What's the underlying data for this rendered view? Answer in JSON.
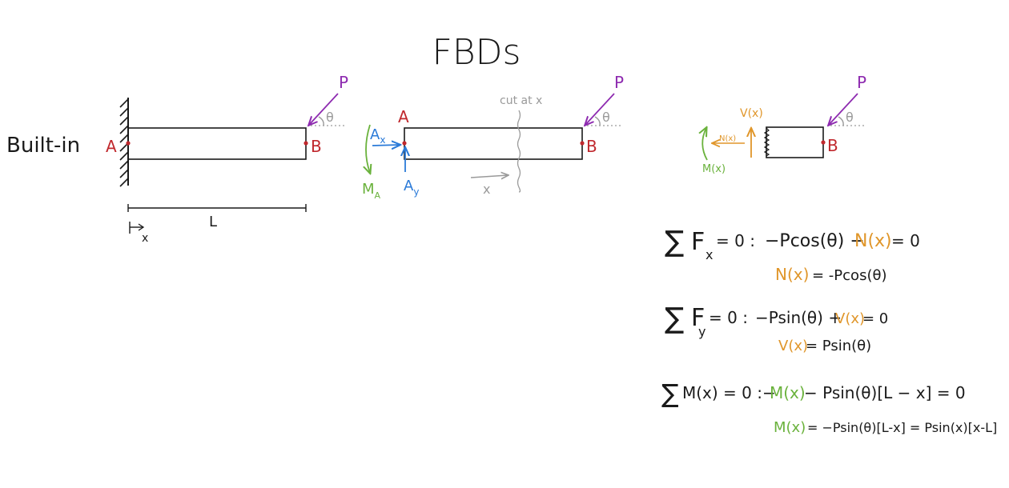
{
  "title": "FBDs",
  "colors": {
    "ink": "#1a1a1a",
    "red": "#c0282d",
    "purple": "#8e2bb0",
    "blue": "#2a7ad8",
    "green": "#6ab23c",
    "orange": "#e0962a",
    "gray": "#9a9a9a"
  },
  "diagram1": {
    "support_label": "Built-in",
    "point_a": "A",
    "point_b": "B",
    "force": "P",
    "angle": "θ",
    "length": "L",
    "x_axis": "x"
  },
  "diagram2": {
    "point_a": "A",
    "point_b": "B",
    "force": "P",
    "angle": "θ",
    "cut_label": "cut at x",
    "reaction_ax": "A",
    "reaction_ax_sub": "x",
    "reaction_ay": "A",
    "reaction_ay_sub": "y",
    "moment_ma": "M",
    "moment_ma_sub": "A",
    "x_arrow": "x"
  },
  "diagram3": {
    "point_b": "B",
    "force": "P",
    "angle": "θ",
    "shear": "V(x)",
    "normal": "N(x)",
    "moment": "M(x)"
  },
  "equations": {
    "fx": {
      "sum": "∑",
      "var": "F",
      "sub": "x",
      "lhs_tail": "= 0 :",
      "part1": "−Pcos(θ) −",
      "part2": "N(x)",
      "part3": "= 0",
      "result_lhs": "N(x)",
      "result_rhs": "= -Pcos(θ)"
    },
    "fy": {
      "sum": "∑",
      "var": "F",
      "sub": "y",
      "lhs_tail": "= 0 :",
      "part1": "−Psin(θ) +",
      "part2": "V(x)",
      "part3": "= 0",
      "result_lhs": "V(x)",
      "result_rhs": "= Psin(θ)"
    },
    "m": {
      "sum": "∑",
      "lhs": "M(x) = 0 :",
      "part1": "−",
      "part2": "M(x)",
      "part3": "− Psin(θ)[L − x] = 0",
      "result_lhs": "M(x)",
      "result_rhs": "= −Psin(θ)[L-x] = Psin(x)[x-L]"
    }
  }
}
